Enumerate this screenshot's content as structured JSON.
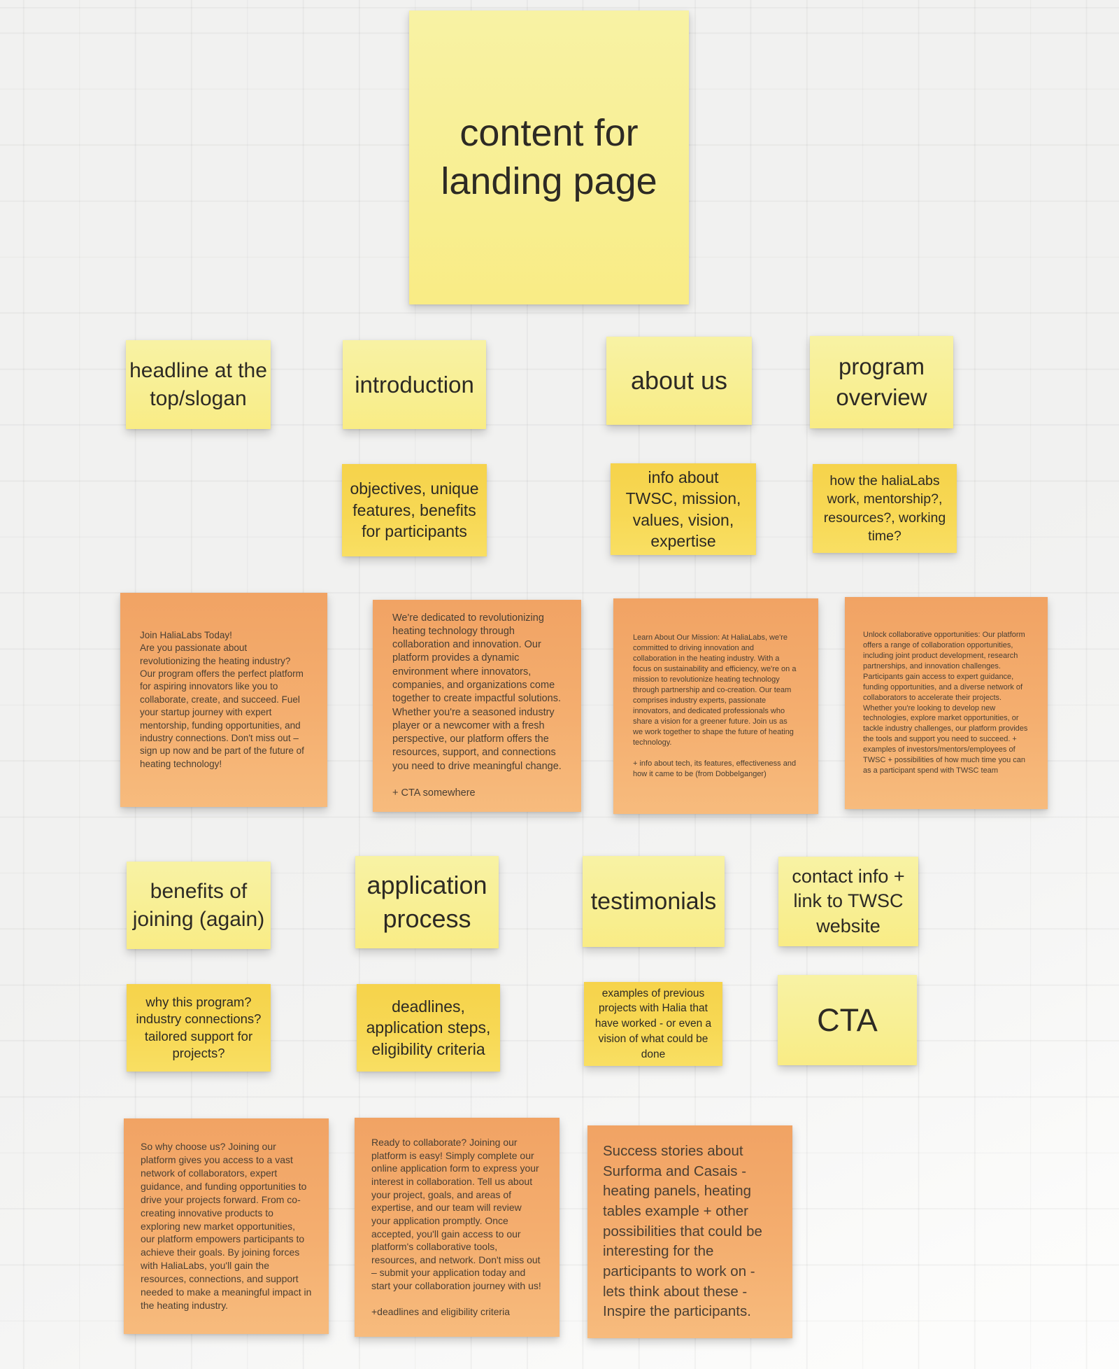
{
  "board": {
    "kind": "whiteboard-sticky-notes",
    "colors": {
      "background": "#f1f1f0",
      "note_yellow_light": "#f8f094",
      "note_yellow_deep": "#f7d854",
      "note_orange": "#f4ae6f"
    },
    "notes": {
      "title": {
        "text": "content for landing page"
      },
      "headline": {
        "text": "headline at the top/slogan"
      },
      "introduction": {
        "text": "introduction"
      },
      "about_us": {
        "text": "about us"
      },
      "program_overview": {
        "text": "program overview"
      },
      "intro_details": {
        "text": "objectives, unique features, benefits for participants"
      },
      "about_details": {
        "text": "info about TWSC, mission, values, vision, expertise"
      },
      "program_details": {
        "text": "how the haliaLabs work, mentorship?, resources?, working time?"
      },
      "join_copy": {
        "text": "Join HaliaLabs Today!\nAre you passionate about revolutionizing the heating industry? Our program offers the perfect platform for aspiring innovators like you to collaborate, create, and succeed. Fuel your startup journey with expert mentorship, funding opportunities, and industry connections. Don't miss out – sign up now and be part of the future of heating technology!"
      },
      "dedicated_copy": {
        "text": "We're dedicated to revolutionizing heating technology through collaboration and innovation. Our platform provides a dynamic environment where innovators, companies, and organizations come together to create impactful solutions. Whether you're a seasoned industry player or a newcomer with a fresh perspective, our platform offers the resources, support, and connections you need to drive meaningful change.\n\n+ CTA somewhere"
      },
      "mission_copy": {
        "text": "Learn About Our Mission: At HaliaLabs, we're committed to driving innovation and collaboration in the heating industry. With a focus on sustainability and efficiency, we're on a mission to revolutionize heating technology through partnership and co-creation. Our team comprises industry experts, passionate innovators, and dedicated professionals who share a vision for a greener future. Join us as we work together to shape the future of heating technology.\n\n+ info about tech, its features, effectiveness and how it came to be (from Dobbelganger)"
      },
      "unlock_copy": {
        "text": "Unlock collaborative opportunities: Our platform offers a range of collaboration opportunities, including joint product development, research partnerships, and innovation challenges. Participants gain access to expert guidance, funding opportunities, and a diverse network of collaborators to accelerate their projects. Whether you're looking to develop new technologies, explore market opportunities, or tackle industry challenges, our platform provides the tools and support you need to succeed. + examples of investors/mentors/employees of TWSC + possibilities of how much time you can as a participant spend with TWSC team"
      },
      "benefits": {
        "text": "benefits of joining (again)"
      },
      "application": {
        "text": "application process"
      },
      "testimonials": {
        "text": "testimonials"
      },
      "contact": {
        "text": "contact info + link to TWSC website"
      },
      "why_program": {
        "text": "why this program? industry connections? tailored support for projects?"
      },
      "deadlines": {
        "text": "deadlines, application steps, eligibility criteria"
      },
      "examples": {
        "text": "examples of previous projects with Halia that have worked - or even a vision of what could be done"
      },
      "cta": {
        "text": "CTA"
      },
      "choose_us_copy": {
        "text": "So why choose us? Joining our platform gives you access to a vast network of collaborators, expert guidance, and funding opportunities to drive your projects forward. From co-creating innovative products to exploring new market opportunities, our platform empowers participants to achieve their goals. By joining forces with HaliaLabs, you'll gain the resources, connections, and support needed to make a meaningful impact in the heating industry."
      },
      "apply_copy": {
        "text": "Ready to collaborate? Joining our platform is easy! Simply complete our online application form to express your interest in collaboration. Tell us about your project, goals, and areas of expertise, and our team will review your application promptly. Once accepted, you'll gain access to our platform's collaborative tools, resources, and network. Don't miss out – submit your application today and start your collaboration journey with us!\n\n+deadlines and eligibility criteria"
      },
      "success_copy": {
        "text": "Success stories about Surforma and Casais - heating panels, heating tables example + other possibilities that could be interesting for the participants to work on - lets think about these - Inspire the participants."
      }
    }
  }
}
